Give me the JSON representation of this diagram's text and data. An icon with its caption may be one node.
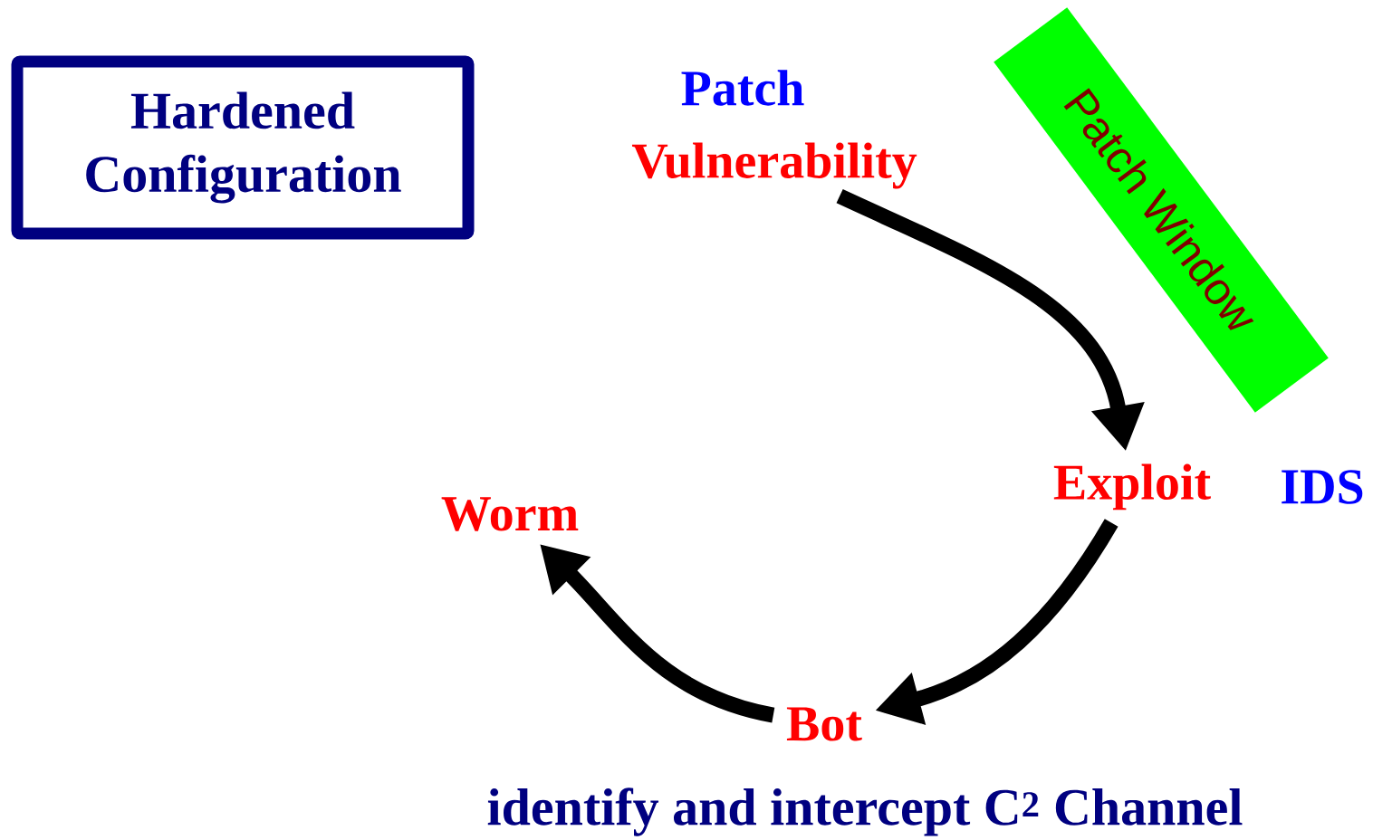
{
  "diagram": {
    "nodes": [
      {
        "text": [
          "Hardened Configuration"
        ]
      },
      {
        "text": [
          "Vulnerability"
        ]
      },
      {
        "text": [
          "Patch Window"
        ]
      },
      {
        "text": [
          "Exploit"
        ]
      },
      {
        "text": [
          "Worm"
        ]
      },
      {
        "text": [
          "Bot"
        ]
      }
    ],
    "edges": [
      {
        "from": 1,
        "to": 3,
        "arrow": "to"
      },
      {
        "from": 3,
        "to": 5,
        "arrow": "to"
      },
      {
        "from": 5,
        "to": 4,
        "arrow": "to"
      }
    ],
    "labels": [
      "Patch",
      "IDS",
      "identify and intercept C$^{2}$ Channel"
    ]
  }
}
